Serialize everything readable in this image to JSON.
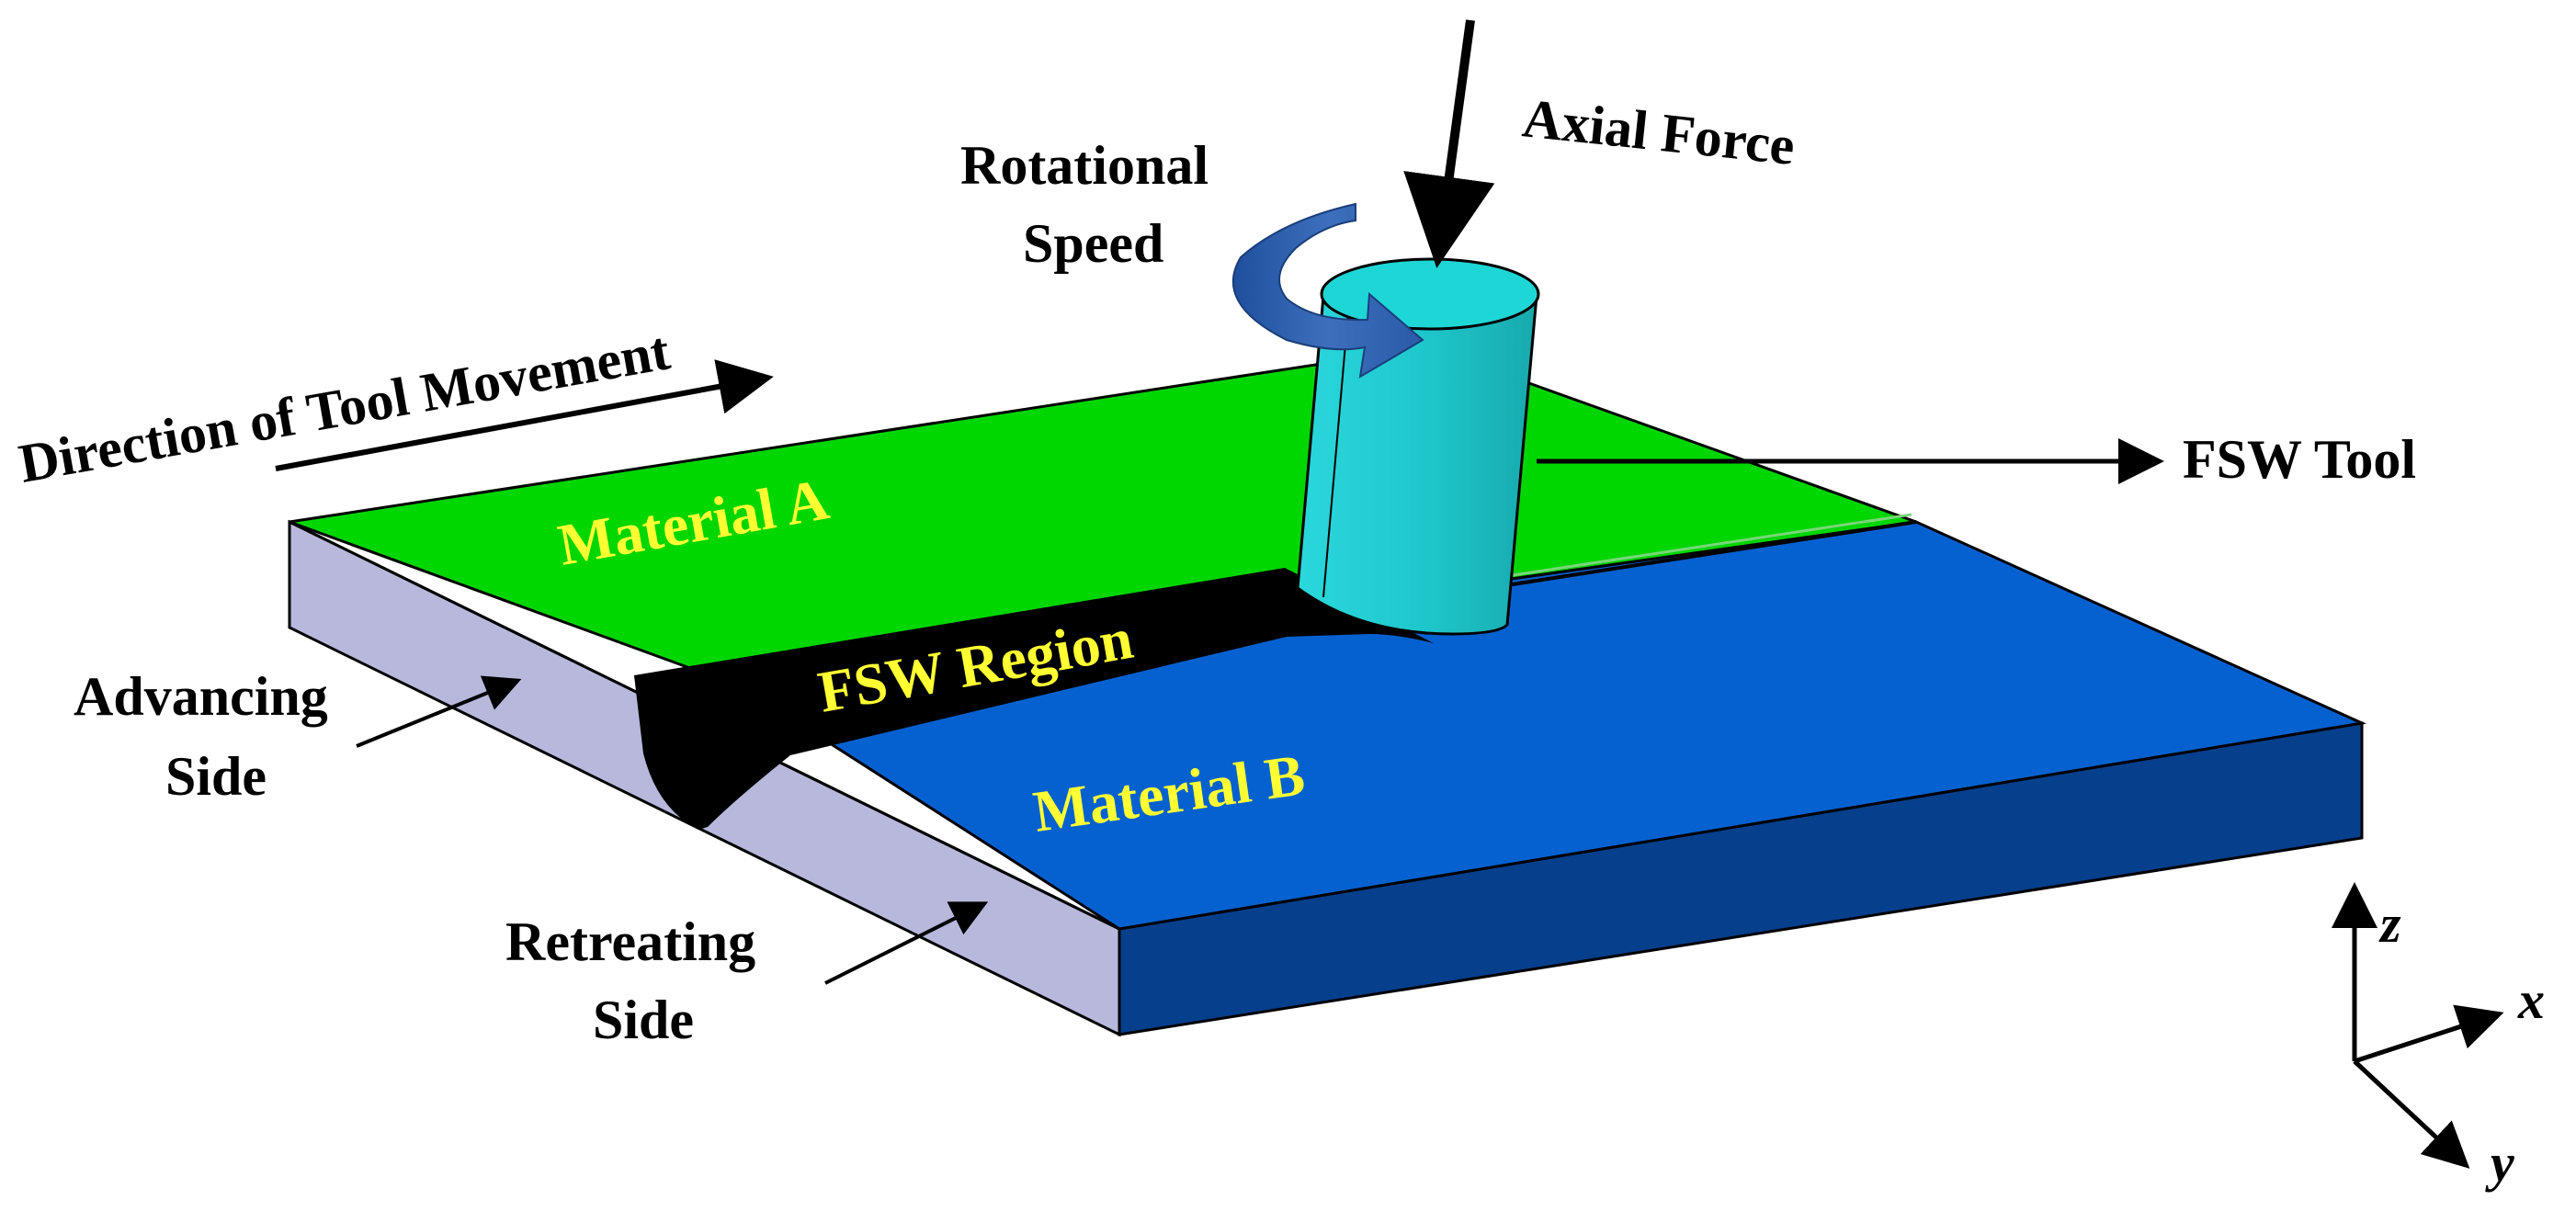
{
  "labels": {
    "axial_force": "Axial Force",
    "rotational": "Rotational",
    "speed": "Speed",
    "direction": "Direction of Tool Movement",
    "fsw_tool": "FSW Tool",
    "material_a": "Material A",
    "material_b": "Material B",
    "fsw_region": "FSW Region",
    "advancing": "Advancing",
    "advancing_side": "Side",
    "retreating": "Retreating",
    "retreating_side": "Side"
  },
  "axes": {
    "x": "x",
    "y": "y",
    "z": "z"
  },
  "colors": {
    "material_a": "#00d600",
    "material_b": "#0561d0",
    "material_b_side": "#063f8c",
    "plate_edge": "#b8b8dc",
    "weld_region": "#000000",
    "tool_top": "#1fd6d6",
    "tool_body": "#20c8cc",
    "rotation_arrow": "#2f5faa",
    "label_yellow": "#ffff33"
  }
}
